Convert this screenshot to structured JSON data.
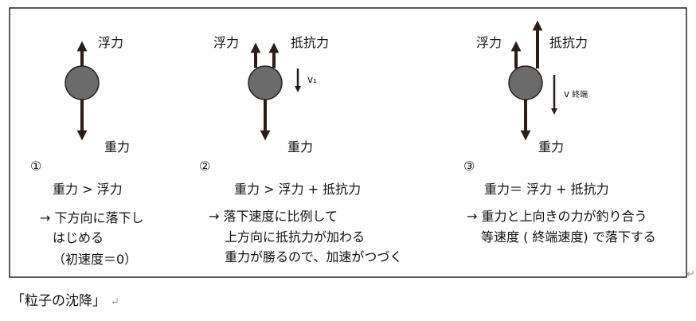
{
  "panels": [
    {
      "number": "①",
      "labels": {
        "buoyancy": "浮力",
        "gravity": "重力"
      },
      "equation": "重力 > 浮力",
      "description": [
        "→ 下方向に落下し",
        "はじめる",
        "（初速度＝0）"
      ]
    },
    {
      "number": "②",
      "labels": {
        "buoyancy": "浮力",
        "resistance": "抵抗力",
        "gravity": "重力",
        "velocity": "v₁"
      },
      "equation": "重力 > 浮力 + 抵抗力",
      "description": [
        "→ 落下速度に比例して",
        "上方向に抵抗力が加わる",
        "重力が勝るので、加速がつづく"
      ]
    },
    {
      "number": "③",
      "labels": {
        "buoyancy": "浮力",
        "resistance": "抵抗力",
        "gravity": "重力",
        "velocity": "v",
        "velocity_sub": "終端"
      },
      "equation": "重力＝ 浮力 + 抵抗力",
      "description": [
        "→  重力と上向きの力が釣り合う",
        "等速度 ( 終端速度)  で落下する"
      ]
    }
  ],
  "caption": "「粒子の沈降」",
  "return_mark": "↵",
  "colors": {
    "particle": "#6b6b6b",
    "arrow": "#2a1d18",
    "border": "#222222"
  }
}
